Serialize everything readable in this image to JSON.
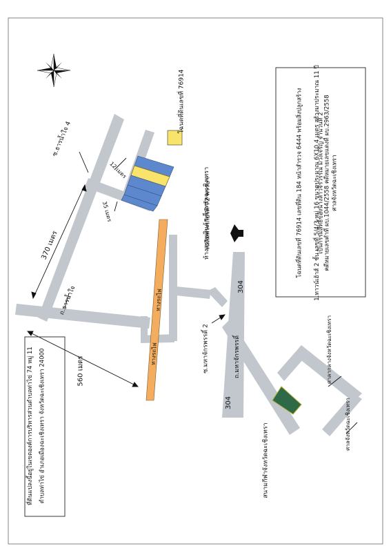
{
  "labels": {
    "zone_top": "ซ.ธารน้ำใจ 4",
    "road_tharnamjai": "ถ.ธารน้ำใจ",
    "dist_370": "370 เมตร",
    "dist_560": "560 เมตร",
    "dist_12": "12 เมตร",
    "dist_35": "35 เมตร",
    "railway_1": "ทางรถไฟ",
    "railway_2": "ทางรถไฟ",
    "road_mahachak2": "ซ.มหาจักรพรรดิ์ 2",
    "road_mahachak": "ถ.มหาจักรพรรดิ์",
    "route_304_a": "304",
    "route_304_b": "304",
    "mall_line1": "ห้างสรรพสินค้าเซ็นทรัลฉะเชิงเทรา",
    "mall_line2": "เฉลิมพระเกียรติ 72 พรรษา",
    "legend_parcel": "โฉนดที่ดินเลขที่ 76914",
    "court_1": "ศาลากลางจังหวัดฉะเชิงเทรา",
    "court_2": "ศาลจังหวัดฉะเชิงเทรา",
    "stadium": "สนามกีฬาจังหวัดฉะเชิงเทรา"
  },
  "address_box": {
    "line1": "ที่ดินแปลงนี้อยู่ในเขตองค์การบริหารส่วนตำบลท่าไข่ 74 หมู่ 11",
    "line2": "ตำบลท่าไข่ อำเภอเมืองฉะเชิงเทรา จังหวัดฉะเชิงเทรา  24000"
  },
  "info_box": {
    "line1": "โฉนดที่ดินเลขที่ 76914 เลขที่ดิน 184 หน้าสำรวจ 6444 พร้อมสิ่งปลูกสร้าง",
    "line2": "1.ทาวน์เฮ้าส์ 2 ชั้น เลขที่ 5/4/3 หมู่ 16 ขนาดประมาณ 6X10.4 เมตร สร้างมาประมาณ 11 ปี",
    "line3": "เป็นกรรมสิทธิ์ของนางสาวจิรวรรณ ม่วงเจริญ จำนวนที่ 2",
    "line4": "คดีหมายเลขดำที่ ผบ.1044/2558 คดีหมายเลขแดงที่ ผบ.2963/2558",
    "line5": "ศาลจังหวัดฉะเชิงเทรา"
  },
  "colors": {
    "road": "#c2c6cd",
    "railway": "#f4ad5f",
    "house": "#5d88cd",
    "parcel": "#f8e46a",
    "stadium": "#2f6a48",
    "frame": "#333333"
  },
  "icons": {
    "compass": "compass-rose-icon",
    "direction": "direction-arrow-icon"
  }
}
